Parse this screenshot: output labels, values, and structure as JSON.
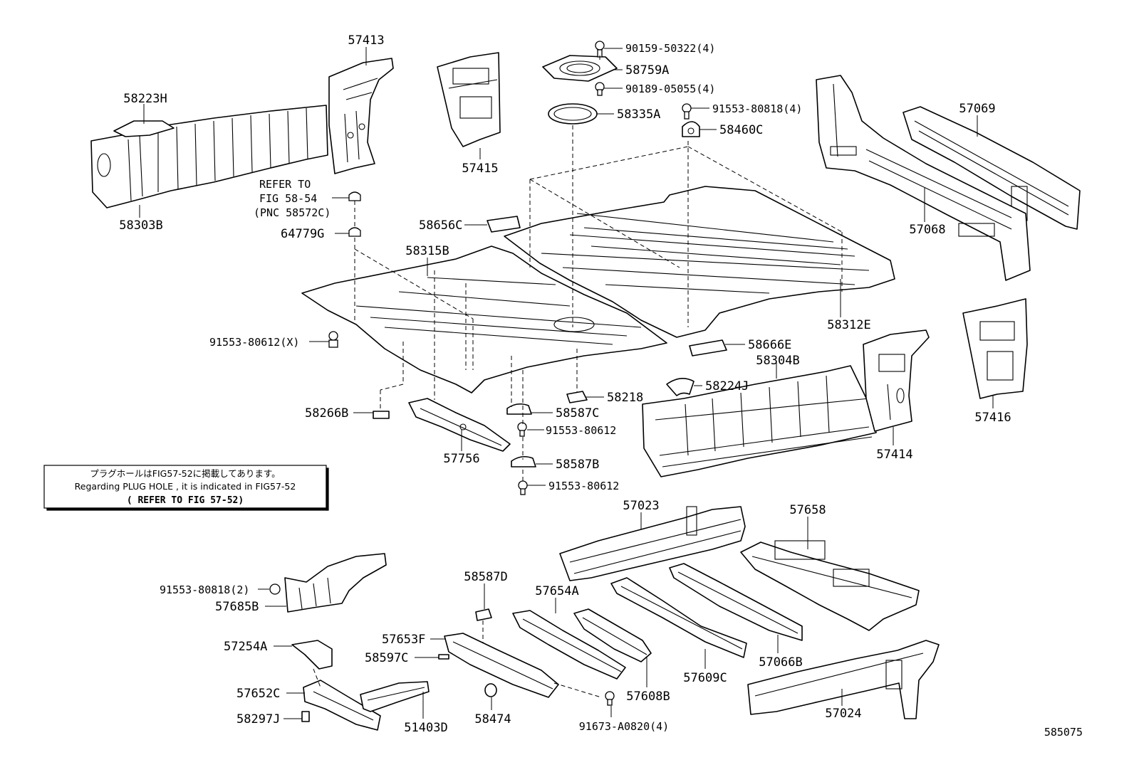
{
  "labels": {
    "l57413": "57413",
    "l58223H": "58223H",
    "l58303B": "58303B",
    "l57415": "57415",
    "l90159": "90159-50322(4)",
    "l58759A": "58759A",
    "l90189": "90189-05055(4)",
    "l58335A": "58335A",
    "l91553_80818_4": "91553-80818(4)",
    "l58460C": "58460C",
    "l57069": "57069",
    "l57068": "57068",
    "l58656C": "58656C",
    "l64779G": "64779G",
    "l58315B": "58315B",
    "l58312E": "58312E",
    "l91553_80612_X": "91553-80612(X)",
    "l58666E": "58666E",
    "l58304B": "58304B",
    "l58224J": "58224J",
    "l58218": "58218",
    "l58266B": "58266B",
    "l58587C": "58587C",
    "l91553_80612_a": "91553-80612",
    "l57756": "57756",
    "l58587B": "58587B",
    "l91553_80612_b": "91553-80612",
    "l57414": "57414",
    "l57416": "57416",
    "l57023": "57023",
    "l57658": "57658",
    "l91553_80818_2": "91553-80818(2)",
    "l57685B": "57685B",
    "l58587D": "58587D",
    "l57654A": "57654A",
    "l57653F": "57653F",
    "l58597C": "58597C",
    "l57254A": "57254A",
    "l57652C": "57652C",
    "l58297J": "58297J",
    "l51403D": "51403D",
    "l58474": "58474",
    "l91673": "91673-A0820(4)",
    "l57608B": "57608B",
    "l57609C": "57609C",
    "l57066B": "57066B",
    "l57024": "57024",
    "l585075": "585075"
  },
  "refer": {
    "line1": "REFER TO",
    "line2": "FIG 58-54",
    "line3": "(PNC 58572C)"
  },
  "note": {
    "jp": "プラグホールはFIG57-52に掲載してあります。",
    "en": "Regarding PLUG HOLE , it is indicated in FIG57-52",
    "refer": "( REFER TO FIG 57-52)"
  }
}
